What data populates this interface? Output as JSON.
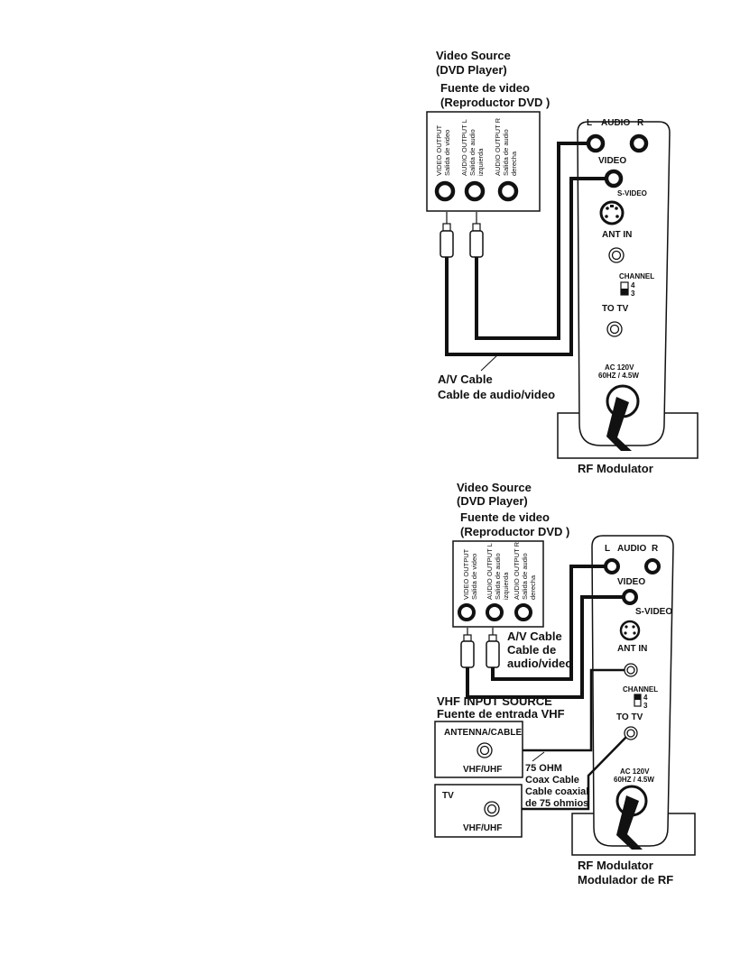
{
  "diagram1": {
    "source_title_en_1": "Video Source",
    "source_title_en_2": "(DVD Player)",
    "source_title_es_1": "Fuente de video",
    "source_title_es_2": "(Reproductor DVD )",
    "port_video_output_1": "VIDEO OUTPUT",
    "port_video_output_2": "Salida de video",
    "port_audio_left_1": "AUDIO OUTPUT L",
    "port_audio_left_2": "Salida de audio",
    "port_audio_left_3": "izquierda",
    "port_audio_right_1": "AUDIO OUTPUT R",
    "port_audio_right_2": "Salida de audio",
    "port_audio_right_3": "derecha",
    "mod_l": "L",
    "mod_audio": "AUDIO",
    "mod_r": "R",
    "mod_video": "VIDEO",
    "mod_svideo": "S-VIDEO",
    "mod_antin": "ANT IN",
    "mod_channel": "CHANNEL",
    "mod_ch4": "4",
    "mod_ch3": "3",
    "mod_totv": "TO TV",
    "mod_power_1": "AC 120V",
    "mod_power_2": "60HZ / 4.5W",
    "cable_label_1": "A/V Cable",
    "cable_label_2": "Cable de audio/video",
    "modulator_caption": "RF Modulator"
  },
  "diagram2": {
    "source_title_en_1": "Video Source",
    "source_title_en_2": "(DVD Player)",
    "source_title_es_1": "Fuente de video",
    "source_title_es_2": "(Reproductor DVD )",
    "port_video_output_1": "VIDEO OUTPUT",
    "port_video_output_2": "Salida de video",
    "port_audio_left_1": "AUDIO OUTPUT L",
    "port_audio_left_2": "Salida de audio",
    "port_audio_left_3": "izquierda",
    "port_audio_right_1": "AUDIO OUTPUT R",
    "port_audio_right_2": "Salida de audio",
    "port_audio_right_3": "derecha",
    "mod_l": "L",
    "mod_audio": "AUDIO",
    "mod_r": "R",
    "mod_video": "VIDEO",
    "mod_svideo": "S-VIDEO",
    "mod_antin": "ANT IN",
    "mod_channel": "CHANNEL",
    "mod_ch4": "4",
    "mod_ch3": "3",
    "mod_totv": "TO TV",
    "mod_power_1": "AC 120V",
    "mod_power_2": "60HZ / 4.5W",
    "cable_label_1": "A/V Cable",
    "cable_label_2": "Cable de",
    "cable_label_3": "audio/video",
    "vhf_title_1": "VHF INPUT SOURCE",
    "vhf_title_2": "Fuente de entrada VHF",
    "antenna_label": "ANTENNA/CABLE",
    "antenna_band": "VHF/UHF",
    "tv_label": "TV",
    "tv_band": "VHF/UHF",
    "coax_1": "75 OHM",
    "coax_2": "Coax Cable",
    "coax_3": "Cable coaxial",
    "coax_4": "de 75 ohmios",
    "modulator_caption_1": "RF Modulator",
    "modulator_caption_2": "Modulador de RF"
  }
}
